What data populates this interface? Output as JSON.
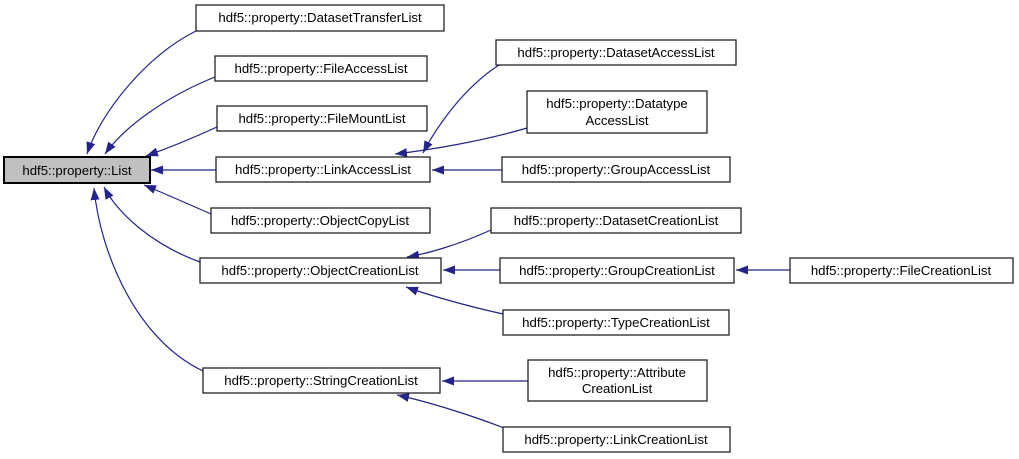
{
  "diagram": {
    "kind": "class-inheritance-graph",
    "colors": {
      "edge": "#23238b",
      "node_border": "#232323",
      "node_fill": "#ffffff",
      "root_fill": "#c0c0c0",
      "text": "#000000",
      "background": "#ffffff"
    },
    "nodes": {
      "list": {
        "label": "hdf5::property::List"
      },
      "dataset_transfer_list": {
        "label": "hdf5::property::DatasetTransferList"
      },
      "file_access_list": {
        "label": "hdf5::property::FileAccessList"
      },
      "file_mount_list": {
        "label": "hdf5::property::FileMountList"
      },
      "link_access_list": {
        "label": "hdf5::property::LinkAccessList"
      },
      "object_copy_list": {
        "label": "hdf5::property::ObjectCopyList"
      },
      "object_creation_list": {
        "label": "hdf5::property::ObjectCreationList"
      },
      "string_creation_list": {
        "label": "hdf5::property::StringCreationList"
      },
      "dataset_access_list": {
        "label": "hdf5::property::DatasetAccessList"
      },
      "datatype_access_list": {
        "line1": "hdf5::property::Datatype",
        "line2": "AccessList"
      },
      "group_access_list": {
        "label": "hdf5::property::GroupAccessList"
      },
      "dataset_creation_list": {
        "label": "hdf5::property::DatasetCreationList"
      },
      "group_creation_list": {
        "label": "hdf5::property::GroupCreationList"
      },
      "file_creation_list": {
        "label": "hdf5::property::FileCreationList"
      },
      "type_creation_list": {
        "label": "hdf5::property::TypeCreationList"
      },
      "attribute_creation_list": {
        "line1": "hdf5::property::Attribute",
        "line2": "CreationList"
      },
      "link_creation_list": {
        "label": "hdf5::property::LinkCreationList"
      }
    },
    "edges": [
      {
        "from": "dataset_transfer_list",
        "to": "list"
      },
      {
        "from": "file_access_list",
        "to": "list"
      },
      {
        "from": "file_mount_list",
        "to": "list"
      },
      {
        "from": "link_access_list",
        "to": "list"
      },
      {
        "from": "object_copy_list",
        "to": "list"
      },
      {
        "from": "object_creation_list",
        "to": "list"
      },
      {
        "from": "string_creation_list",
        "to": "list"
      },
      {
        "from": "dataset_access_list",
        "to": "link_access_list"
      },
      {
        "from": "datatype_access_list",
        "to": "link_access_list"
      },
      {
        "from": "group_access_list",
        "to": "link_access_list"
      },
      {
        "from": "dataset_creation_list",
        "to": "object_creation_list"
      },
      {
        "from": "group_creation_list",
        "to": "object_creation_list"
      },
      {
        "from": "type_creation_list",
        "to": "object_creation_list"
      },
      {
        "from": "file_creation_list",
        "to": "group_creation_list"
      },
      {
        "from": "attribute_creation_list",
        "to": "string_creation_list"
      },
      {
        "from": "link_creation_list",
        "to": "string_creation_list"
      }
    ]
  }
}
